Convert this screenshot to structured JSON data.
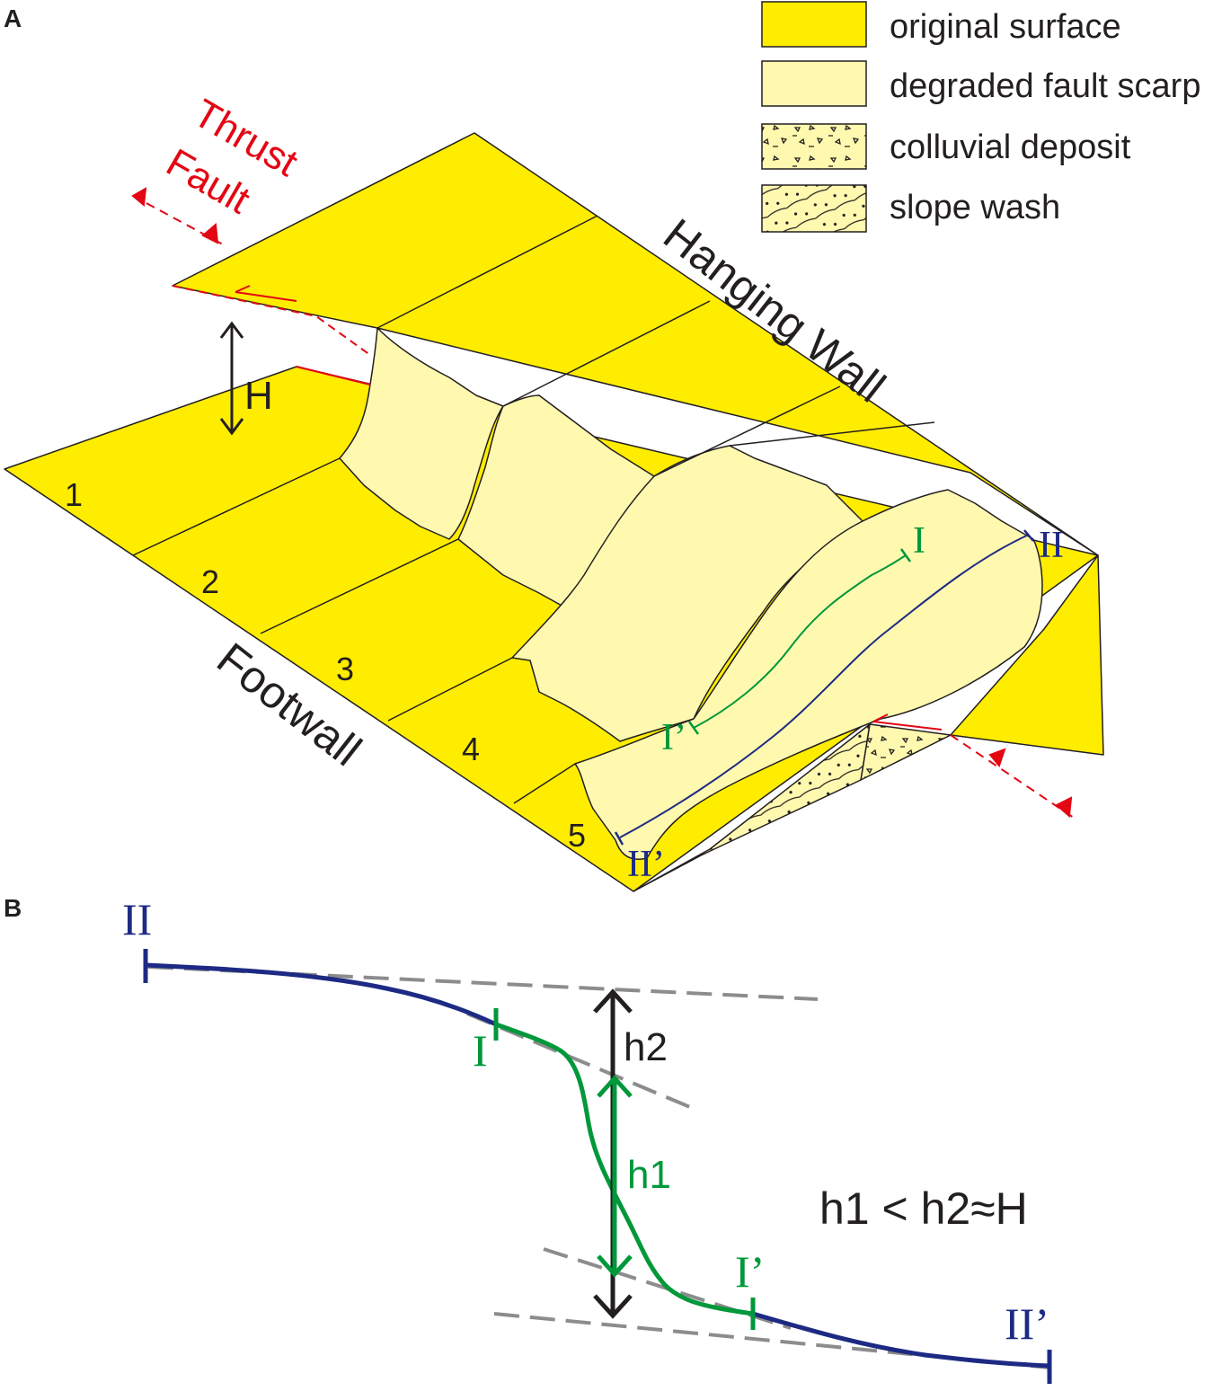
{
  "panels": {
    "a": {
      "label": "A"
    },
    "b": {
      "label": "B"
    }
  },
  "legend": {
    "items": [
      {
        "label": "original surface",
        "color": "#ffed00"
      },
      {
        "label": "degraded fault scarp",
        "color": "#fff9b0"
      },
      {
        "label": "colluvial deposit",
        "color": "#fff9b0"
      },
      {
        "label": "slope wash",
        "color": "#fff9b0"
      }
    ]
  },
  "block": {
    "thrust_label_line1": "Thrust",
    "thrust_label_line2": "Fault",
    "hanging_wall": "Hanging Wall",
    "footwall": "Footwall",
    "height_label": "H",
    "segments": [
      "1",
      "2",
      "3",
      "4",
      "5"
    ],
    "profile_I_start": "I",
    "profile_I_end": "I’",
    "profile_II_start": "II",
    "profile_II_end": "II’",
    "colors": {
      "surface": "#ffed00",
      "scarp": "#fff9b0",
      "fault": "#e30613",
      "profile_I": "#00983a",
      "profile_II": "#1d2a84"
    }
  },
  "profile": {
    "II_start": "II",
    "II_end": "II’",
    "I_start": "I",
    "I_end": "I’",
    "h2": "h2",
    "h1": "h1",
    "relation": "h1 < h2≈H"
  }
}
